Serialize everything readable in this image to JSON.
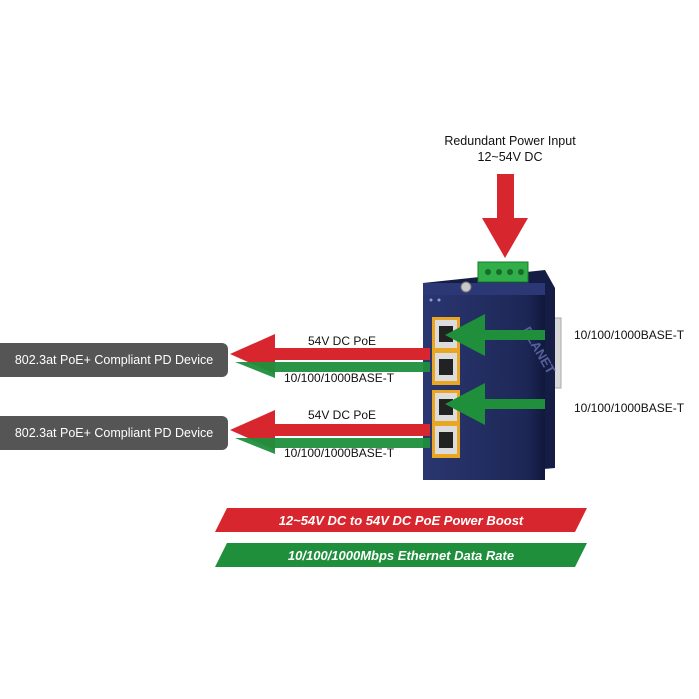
{
  "redundant_power": {
    "line1": "Redundant Power Input",
    "line2": "12~54V DC"
  },
  "pd_devices": [
    {
      "label": "802.3at PoE+ Compliant PD Device"
    },
    {
      "label": "802.3at PoE+ Compliant PD Device"
    }
  ],
  "output_ports": [
    {
      "poe_label": "54V DC PoE",
      "data_label": "10/100/1000BASE-T"
    },
    {
      "poe_label": "54V DC PoE",
      "data_label": "10/100/1000BASE-T"
    }
  ],
  "input_ports": [
    {
      "label": "10/100/1000BASE-T"
    },
    {
      "label": "10/100/1000BASE-T"
    }
  ],
  "device": {
    "brand": "PLANET"
  },
  "banners": {
    "power_boost": "12~54V DC to 54V DC PoE Power Boost",
    "data_rate": "10/100/1000Mbps Ethernet Data Rate"
  },
  "colors": {
    "red_arrow": "#d7262e",
    "green_arrow": "#1f8f3c",
    "device_body": "#1f2a5a",
    "pd_box": "#555555",
    "banner_red": "#d7262e",
    "banner_green": "#1f8f3c"
  }
}
